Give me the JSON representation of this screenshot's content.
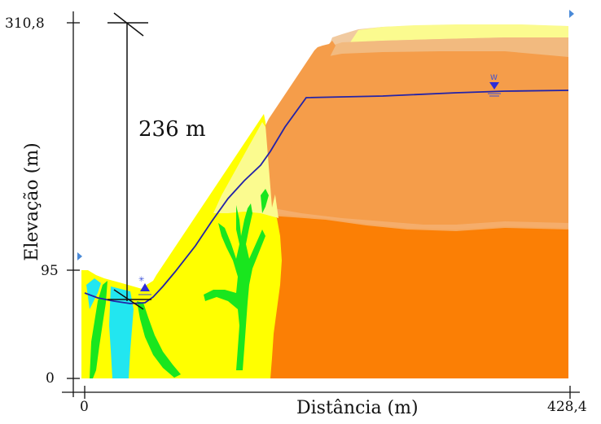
{
  "axes": {
    "x_title": "Distância (m)",
    "y_title": "Elevação (m)",
    "x_ticks": [
      "0",
      "428,4"
    ],
    "y_ticks": [
      "310,8",
      "95",
      "0"
    ]
  },
  "dimension": {
    "label": "236 m"
  },
  "water_marker": {
    "label": "W"
  },
  "colors": {
    "yellow_soil": "#ffff00",
    "pale_yellow": "#fbfb8f",
    "orange_rock": "#fb7f05",
    "mid_orange": "#f59d4a",
    "light_orange": "#f2ba7f",
    "beige": "#f1caa0",
    "green_veins": "#19e61e",
    "cyan_veins": "#22e6f0",
    "water_table": "#2323a8"
  }
}
